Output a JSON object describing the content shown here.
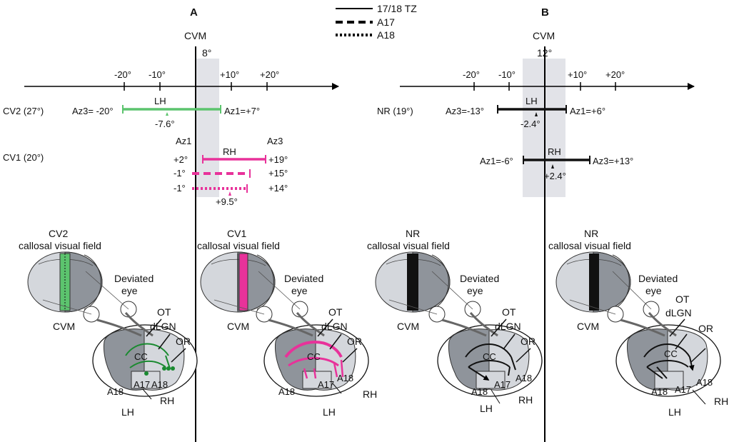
{
  "colors": {
    "cv2": "#5cc46e",
    "cv1": "#e8329a",
    "nr": "#111111",
    "shade": "#e2e3e8",
    "brain_dark": "#8f949b",
    "brain_light": "#d4d7dc"
  },
  "legend": {
    "solid": "17/18 TZ",
    "dashed": "A17",
    "dotted": "A18"
  },
  "panel_a": {
    "letter": "A",
    "cvm": "CVM",
    "shade_label": "8°",
    "ticks": [
      "-20°",
      "-10°",
      "+10°",
      "+20°"
    ],
    "cv2": {
      "row": "CV2 (27°)",
      "left": "Az3= -20°",
      "hemi": "LH",
      "right": "Az1=+7°",
      "center": "-7.6°"
    },
    "cv1": {
      "row": "CV1 (20°)",
      "az1": "Az1",
      "az3": "Az3",
      "hemi": "RH",
      "solid_left": "+2°",
      "solid_right": "+19°",
      "dashed_left": "-1°",
      "dashed_right": "+15°",
      "dotted_left": "-1°",
      "dotted_right": "+14°",
      "center": "+9.5°"
    },
    "brain_left": {
      "title1": "CV2",
      "title2": "callosal visual field",
      "eye1": "Deviated",
      "eye2": "eye",
      "ot": "OT",
      "dlgn": "dLGN",
      "or": "OR",
      "cvm": "CVM",
      "cc": "CC",
      "a18a": "A18",
      "a17": "A17",
      "a18b": "A18",
      "rh": "RH",
      "lh": "LH"
    },
    "brain_right": {
      "title1": "CV1",
      "title2": "callosal visual field",
      "eye1": "Deviated",
      "eye2": "eye",
      "ot": "OT",
      "dlgn": "dLGN",
      "or": "OR",
      "cvm": "CVM",
      "cc": "CC",
      "a18a": "A18",
      "a17": "A17",
      "a18b": "A18",
      "rh": "RH",
      "lh": "LH"
    }
  },
  "panel_b": {
    "letter": "B",
    "cvm": "CVM",
    "shade_label": "12°",
    "ticks": [
      "-20°",
      "-10°",
      "+10°",
      "+20°"
    ],
    "nr": {
      "row": "NR (19°)",
      "left": "Az3=-13°",
      "hemi": "LH",
      "right": "Az1=+6°",
      "center": "-2.4°"
    },
    "rh_row": {
      "left": "Az1=-6°",
      "hemi": "RH",
      "right": "Az3=+13°",
      "center": "+2.4°"
    },
    "brain_left": {
      "title1": "NR",
      "title2": "callosal visual field",
      "eye1": "Deviated",
      "eye2": "eye",
      "ot": "OT",
      "dlgn": "dLGN",
      "or": "OR",
      "cvm": "CVM",
      "cc": "CC",
      "a18a": "A18",
      "a17": "A17",
      "a18b": "A18",
      "rh": "RH",
      "lh": "LH"
    },
    "brain_right": {
      "title1": "NR",
      "title2": "callosal visual field",
      "eye1": "Deviated",
      "eye2": "eye",
      "ot": "OT",
      "dlgn": "dLGN",
      "or": "OR",
      "cvm": "CVM",
      "cc": "CC",
      "a18a": "A18",
      "a17": "A17",
      "a18b": "A18",
      "rh": "RH",
      "lh": "LH"
    }
  }
}
